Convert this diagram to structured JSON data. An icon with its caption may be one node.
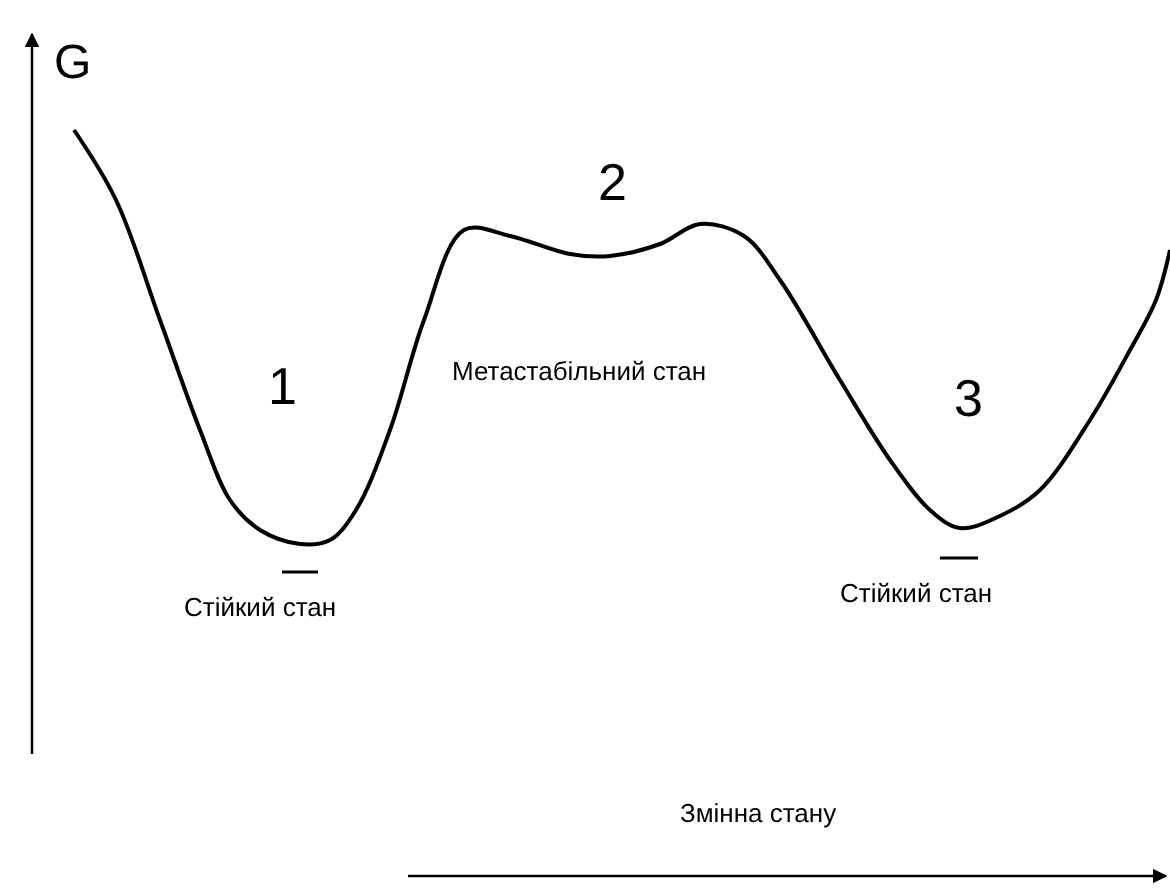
{
  "diagram": {
    "labels": [
      "G",
      "2",
      "Метастабільний стан",
      "1",
      "3",
      "Стійкий стан",
      "Стійкий стан",
      "Змінна стану"
    ]
  }
}
